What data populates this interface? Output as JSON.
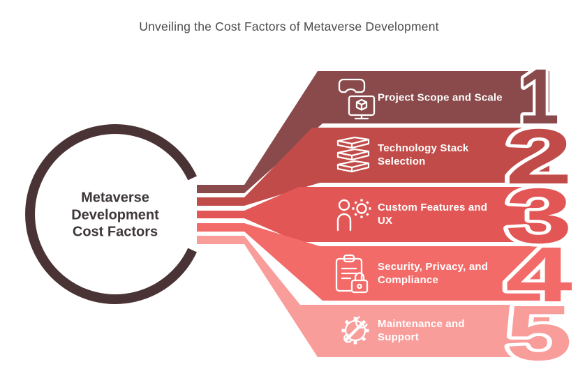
{
  "title": "Unveiling the Cost Factors of Metaverse Development",
  "center": {
    "label": "Metaverse\nDevelopment\nCost Factors",
    "ring_color": "#4a3335",
    "text_color": "#3e3739"
  },
  "bands": [
    {
      "number": "1",
      "label": "Project Scope and Scale",
      "color": "#8a4a4b",
      "icon": "vr-monitor-icon"
    },
    {
      "number": "2",
      "label": "Technology Stack\nSelection",
      "color": "#c14b48",
      "icon": "stack-layers-icon"
    },
    {
      "number": "3",
      "label": "Custom Features and\nUX",
      "color": "#e25755",
      "icon": "person-gear-icon"
    },
    {
      "number": "4",
      "label": "Security, Privacy, and\nCompliance",
      "color": "#f36b68",
      "icon": "clipboard-lock-icon"
    },
    {
      "number": "5",
      "label": "Maintenance and\nSupport",
      "color": "#f99d9b",
      "icon": "gear-wrench-icon"
    }
  ]
}
